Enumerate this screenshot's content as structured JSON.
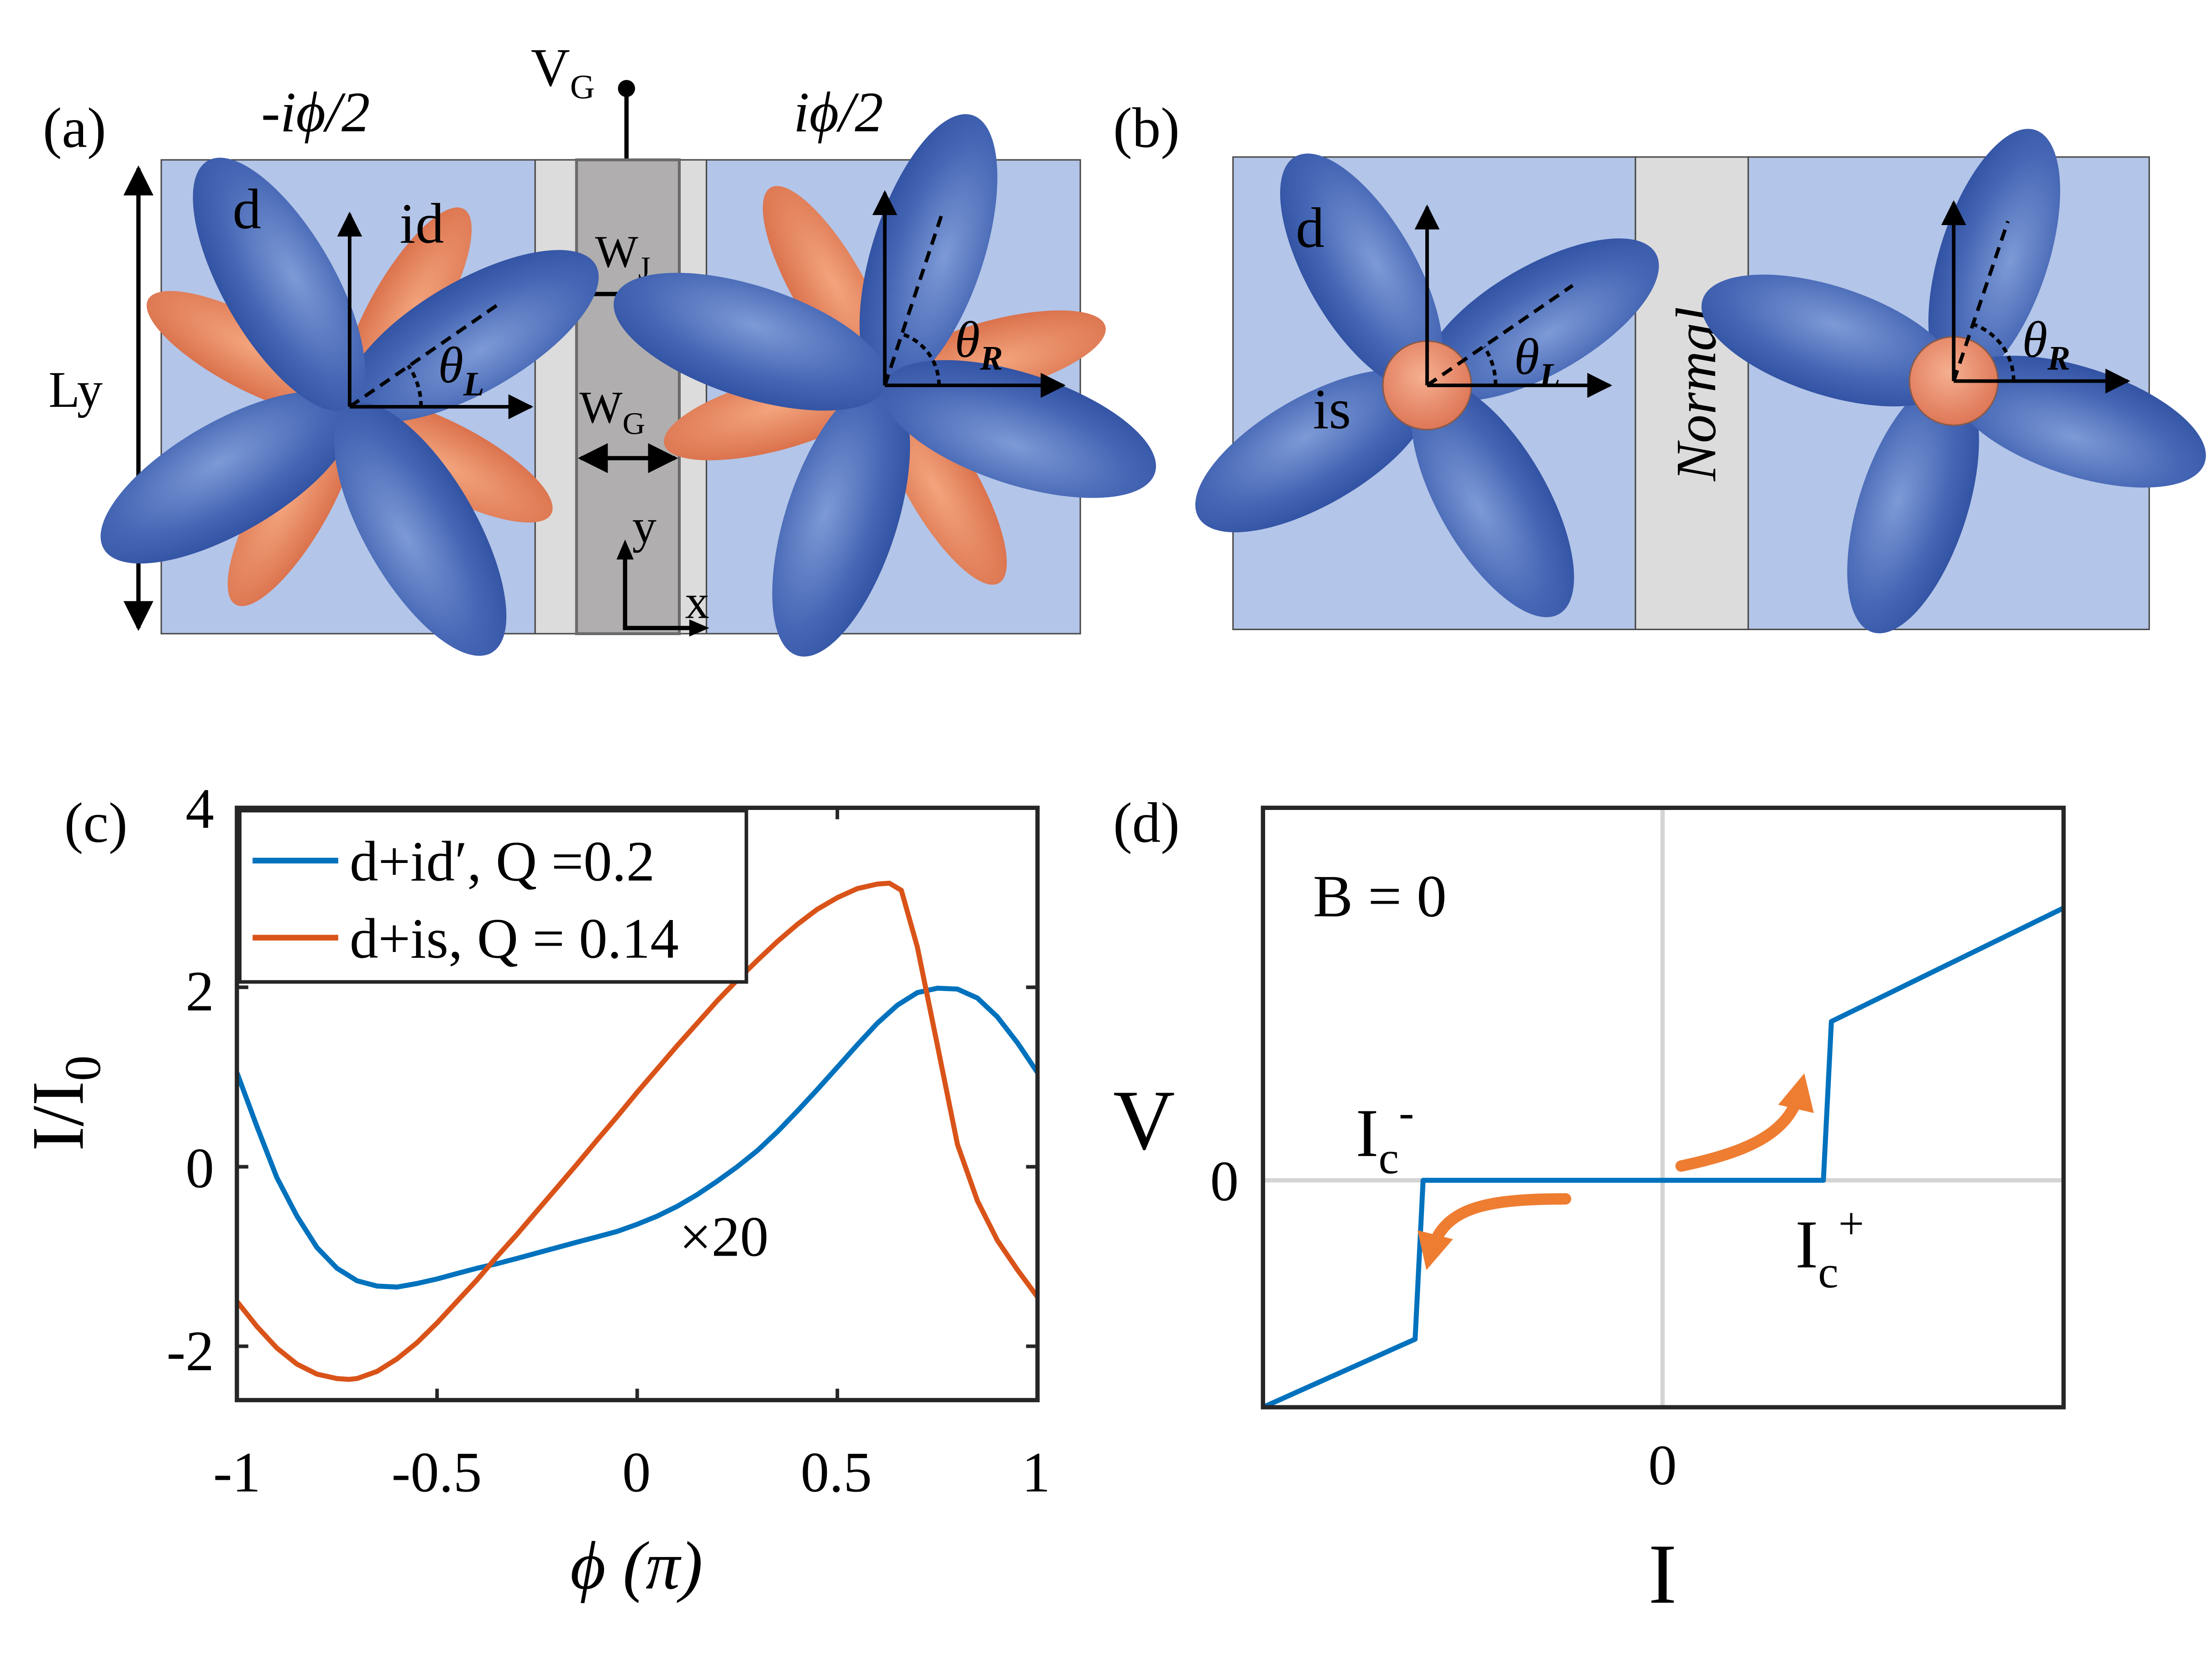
{
  "panel_a": {
    "label": "(a)",
    "phase_left": "-iϕ/2",
    "phase_right": "iϕ/2",
    "gate_main": "V",
    "gate_sub": "G",
    "lobe_d": "d",
    "lobe_id": "id",
    "width_j_main": "W",
    "width_j_sub": "J",
    "width_g_main": "W",
    "width_g_sub": "G",
    "length": "Ly",
    "axis_y": "y",
    "axis_x": "x",
    "theta_main": "θ",
    "theta_left_sub": "L",
    "theta_right_sub": "R"
  },
  "panel_b": {
    "label": "(b)",
    "lobe_d": "d",
    "lobe_is": "is",
    "normal": "Normal",
    "theta_main": "θ",
    "theta_left_sub": "L",
    "theta_right_sub": "R"
  },
  "panel_c": {
    "label": "(c)",
    "ylabel_main": "I/I",
    "ylabel_sub": "0",
    "xlabel": "ϕ (π)",
    "annotation": "×20",
    "yticks": [
      "4",
      "2",
      "0",
      "-2"
    ],
    "xticks": [
      "-1",
      "-0.5",
      "0",
      "0.5",
      "1"
    ],
    "legend": [
      {
        "text": "d+id′, Q =0.2",
        "color": "#0072BD"
      },
      {
        "text": "d+is, Q = 0.14",
        "color": "#D95319"
      }
    ]
  },
  "panel_d": {
    "label": "(d)",
    "field": "B = 0",
    "ylabel": "V",
    "xlabel": "I",
    "ytick": "0",
    "xtick": "0",
    "ic_minus_main": "I",
    "ic_minus_sub": "c",
    "ic_minus_sup": "-",
    "ic_plus_main": "I",
    "ic_plus_sub": "c",
    "ic_plus_sup": "+"
  },
  "chart_data": [
    {
      "type": "line",
      "panel": "(c)",
      "xlabel": "ϕ (π)",
      "ylabel": "I/I0",
      "xlim": [
        -1,
        1
      ],
      "ylim": [
        -2.6,
        4
      ],
      "series": [
        {
          "name": "d+id′, Q =0.2",
          "color": "#0072BD",
          "x": [
            -1,
            -0.95,
            -0.9,
            -0.85,
            -0.8,
            -0.75,
            -0.7,
            -0.65,
            -0.6,
            -0.55,
            -0.5,
            -0.45,
            -0.4,
            -0.35,
            -0.3,
            -0.25,
            -0.2,
            -0.15,
            -0.1,
            -0.05,
            0,
            0.05,
            0.1,
            0.15,
            0.2,
            0.25,
            0.3,
            0.35,
            0.4,
            0.45,
            0.5,
            0.55,
            0.6,
            0.65,
            0.7,
            0.75,
            0.8,
            0.85,
            0.9,
            0.95,
            1
          ],
          "y": [
            1.05,
            0.45,
            -0.12,
            -0.55,
            -0.9,
            -1.13,
            -1.27,
            -1.33,
            -1.34,
            -1.3,
            -1.25,
            -1.19,
            -1.13,
            -1.08,
            -1.02,
            -0.96,
            -0.9,
            -0.84,
            -0.78,
            -0.72,
            -0.64,
            -0.55,
            -0.44,
            -0.31,
            -0.16,
            0.0,
            0.18,
            0.39,
            0.62,
            0.86,
            1.11,
            1.36,
            1.6,
            1.8,
            1.94,
            1.99,
            1.98,
            1.88,
            1.67,
            1.38,
            1.05
          ]
        },
        {
          "name": "d+is, Q = 0.14",
          "color": "#D95319",
          "x": [
            -1,
            -0.95,
            -0.9,
            -0.85,
            -0.8,
            -0.75,
            -0.72,
            -0.7,
            -0.65,
            -0.6,
            -0.55,
            -0.5,
            -0.45,
            -0.4,
            -0.35,
            -0.3,
            -0.25,
            -0.2,
            -0.15,
            -0.1,
            -0.05,
            0,
            0.05,
            0.1,
            0.15,
            0.2,
            0.25,
            0.3,
            0.35,
            0.4,
            0.45,
            0.5,
            0.55,
            0.6,
            0.63,
            0.66,
            0.7,
            0.75,
            0.8,
            0.85,
            0.9,
            0.95,
            1
          ],
          "y": [
            -1.5,
            -1.78,
            -2.02,
            -2.2,
            -2.31,
            -2.36,
            -2.37,
            -2.36,
            -2.28,
            -2.14,
            -1.96,
            -1.74,
            -1.5,
            -1.26,
            -1.0,
            -0.75,
            -0.49,
            -0.23,
            0.03,
            0.3,
            0.56,
            0.83,
            1.09,
            1.35,
            1.6,
            1.85,
            2.08,
            2.3,
            2.51,
            2.7,
            2.87,
            3.0,
            3.1,
            3.15,
            3.16,
            3.08,
            2.45,
            1.35,
            0.25,
            -0.38,
            -0.82,
            -1.15,
            -1.45
          ]
        }
      ]
    },
    {
      "type": "line",
      "panel": "(d)",
      "xlabel": "I",
      "ylabel": "V",
      "xlim": [
        -1,
        1
      ],
      "ylim": [
        -1,
        1.2
      ],
      "annotations": [
        "B = 0",
        "Ic-",
        "Ic+"
      ],
      "series": [
        {
          "color": "#0072BD",
          "x": [
            -1,
            -0.62,
            -0.6,
            -0.4,
            0,
            0.4,
            0.42,
            1
          ],
          "y": [
            -1.0,
            -0.7,
            0.0,
            0.0,
            0.0,
            0.0,
            0.7,
            1.2
          ]
        }
      ]
    }
  ]
}
